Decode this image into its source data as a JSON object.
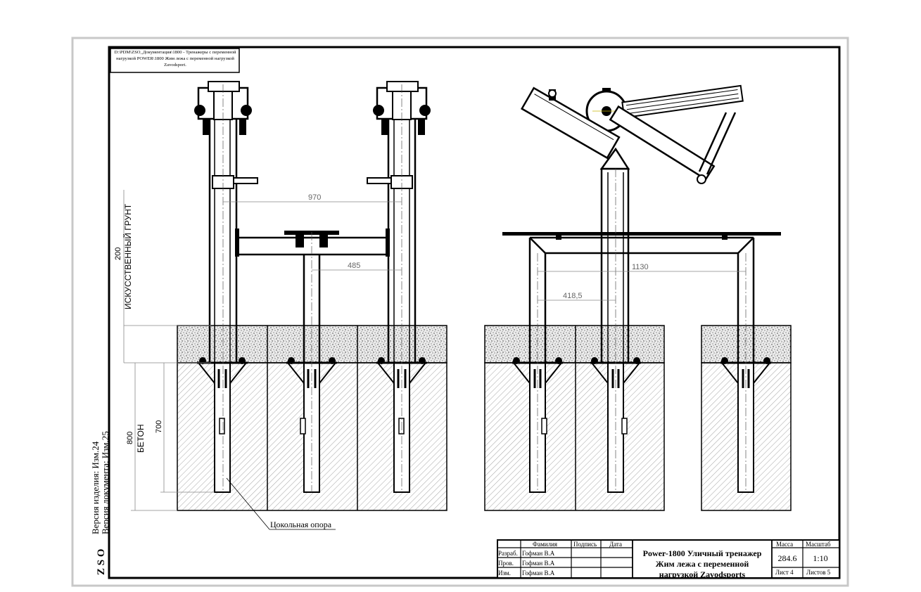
{
  "file_path_note": "D:\\PDM\\ZSO_Документация\\1800 - Тренажеры с переменной нагрузкой POWER\\1800 Жим лежа с переменной нагрузкой Zavodsport.",
  "dimensions": {
    "d970": "970",
    "d485": "485",
    "d1130": "1130",
    "d418": "418,5",
    "d200": "200",
    "d800": "800",
    "d700": "700"
  },
  "labels": {
    "ground": "ИСКУССТВЕННЫЙ ГРУНТ",
    "concrete": "БЕТОН",
    "base_support": "Цокольная опора"
  },
  "side_stamp": {
    "version_product": "Версия изделия: Изм.24",
    "version_doc": "Версия документа: Изм.25",
    "brand": "Z S O"
  },
  "title_block": {
    "headers": {
      "familiya": "Фамилия",
      "podpis": "Подпись",
      "data": "Дата"
    },
    "rows": [
      {
        "role": "Разраб.",
        "name": "Гофман В.А"
      },
      {
        "role": "Пров.",
        "name": "Гофман В.А"
      },
      {
        "role": "Изм.",
        "name": "Гофман В.А"
      }
    ],
    "title_line1": "Power-1800 Уличный тренажер",
    "title_line2": "Жим лежа с переменной",
    "title_line3": "нагрузкой Zavodsports",
    "mass_label": "Масса",
    "mass_value": "284.6",
    "scale_label": "Масштаб",
    "scale_value": "1:10",
    "sheet": "Лист 4",
    "sheets": "Листов 5"
  }
}
